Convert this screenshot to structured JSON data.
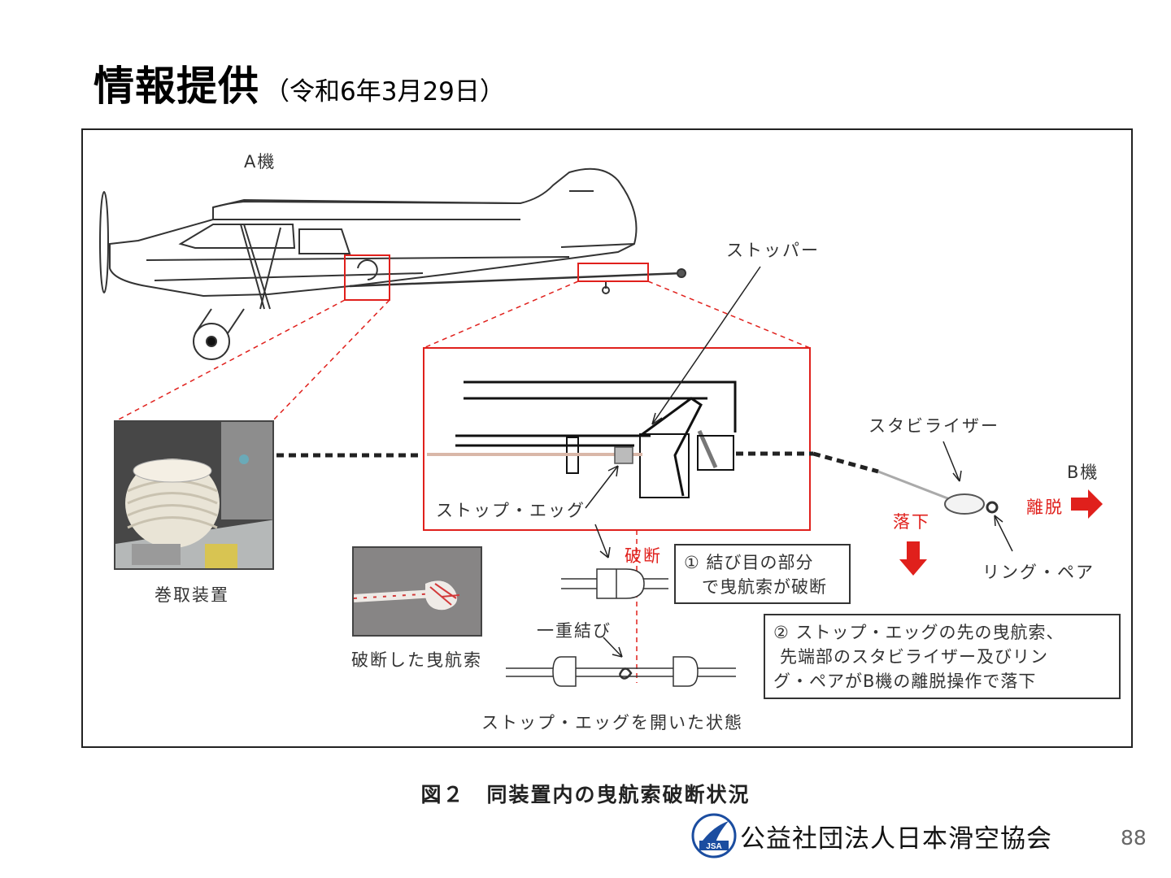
{
  "title": {
    "main": "情報提供",
    "date": "（令和6年3月29日）"
  },
  "labels": {
    "aircraft_a": "A機",
    "stopper": "ストッパー",
    "stabilizer": "スタビライザー",
    "aircraft_b": "B機",
    "release": "離脱",
    "fall": "落下",
    "ring_pair": "リング・ペア",
    "stop_egg": "ストップ・エッグ",
    "rupture": "破断",
    "winder": "巻取装置",
    "broken_rope": "破断した曳航索",
    "single_knot": "一重結び",
    "stop_egg_open": "ストップ・エッグを開いた状態"
  },
  "notes": {
    "note1_line1": "① 結び目の部分",
    "note1_line2": "で曳航索が破断",
    "note2_line1": "② ストップ・エッグの先の曳航索、",
    "note2_line2": "先端部のスタビライザー及びリン",
    "note2_line3": "グ・ペアがB機の離脱操作で落下"
  },
  "caption": "図２　同装置内の曳航索破断状況",
  "organization": {
    "logo_text": "JSA",
    "name": "公益社団法人日本滑空協会"
  },
  "page_number": "88",
  "colors": {
    "accent_red": "#e0201c",
    "line": "#333333"
  }
}
